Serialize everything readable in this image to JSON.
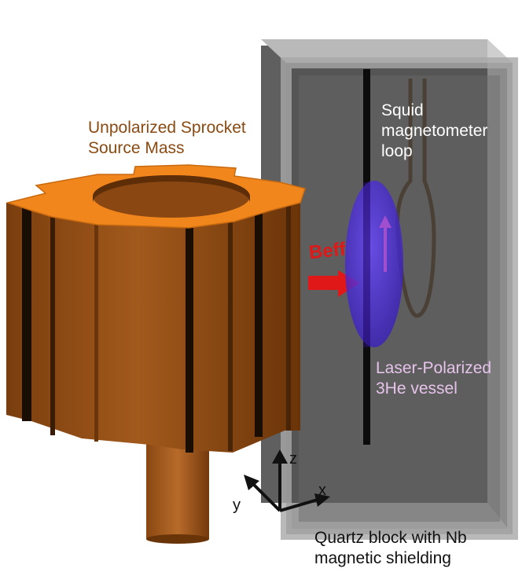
{
  "labels": {
    "source_mass": [
      "Unpolarized Sprocket",
      "Source Mass"
    ],
    "squid": [
      "Squid",
      "magnetometer",
      "loop"
    ],
    "vessel": [
      "Laser-Polarized",
      "3He vessel"
    ],
    "quartz": [
      "Quartz block with Nb",
      "magnetic shielding"
    ],
    "field": "Beff"
  },
  "axes": {
    "z": "z",
    "x": "x",
    "y": "y"
  },
  "colors": {
    "sprocket_top": "#f0861c",
    "sprocket_side": "#8c4a14",
    "sprocket_label": "#8a4a12",
    "vessel": "#4a2ad8",
    "field_arrow": "#e01818",
    "block": "#6e6e6e"
  }
}
